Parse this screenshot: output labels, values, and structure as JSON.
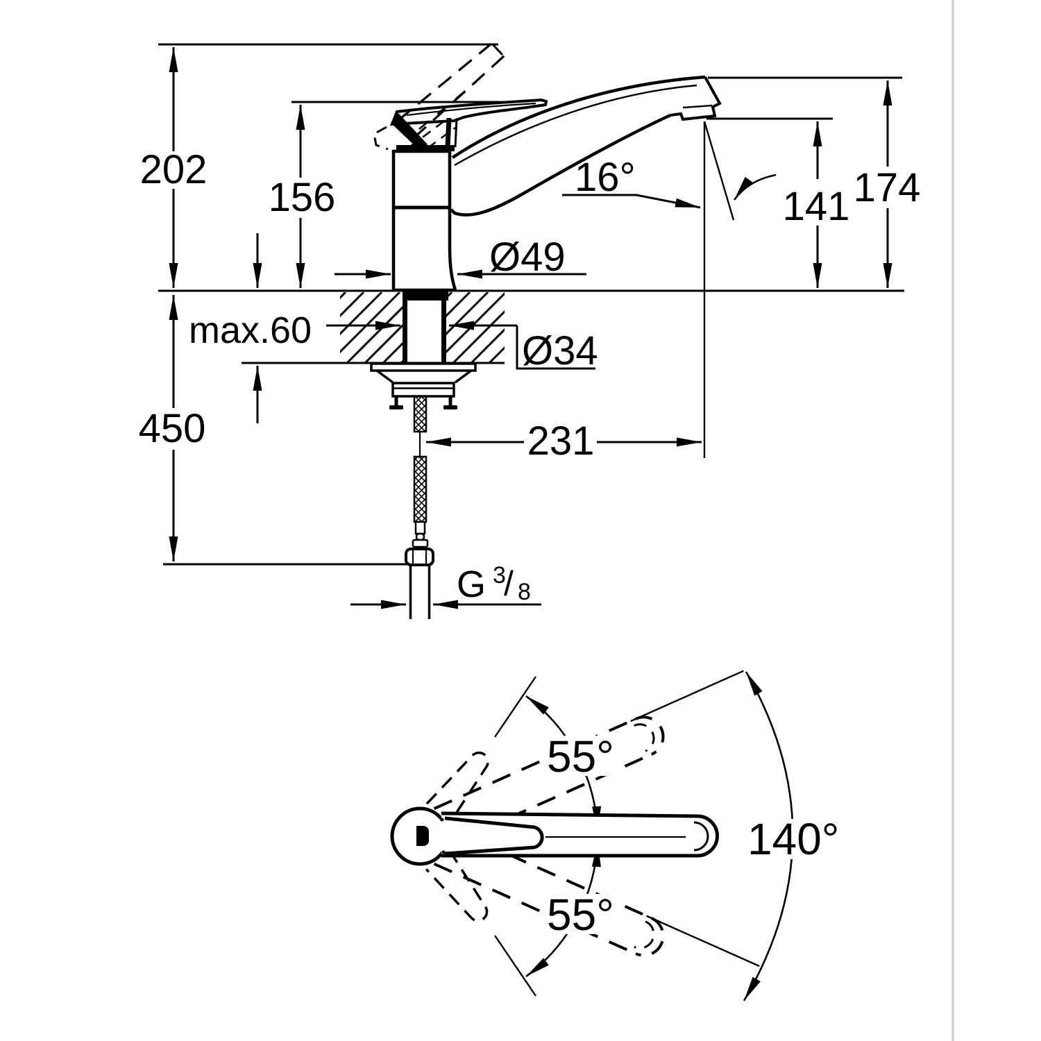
{
  "drawing": {
    "background": "#ffffff",
    "line_color": "#000000",
    "page_edge_color": "#c9c9c9"
  },
  "side_view": {
    "labels": {
      "overall_height": "202",
      "handle_height": "156",
      "spout_angle": "16°",
      "outlet_height": "141",
      "spout_height": "174",
      "body_diameter": "Ø49",
      "max_deck_thickness": "max.60",
      "hole_diameter": "Ø34",
      "hose_length": "450",
      "spout_reach": "231",
      "thread_g": "G",
      "thread_numerator": "3",
      "thread_slash": "/",
      "thread_denominator": "8"
    }
  },
  "top_view": {
    "labels": {
      "handle_swivel_up": "55°",
      "handle_swivel_down": "55°",
      "spout_swivel_total": "140°"
    }
  }
}
